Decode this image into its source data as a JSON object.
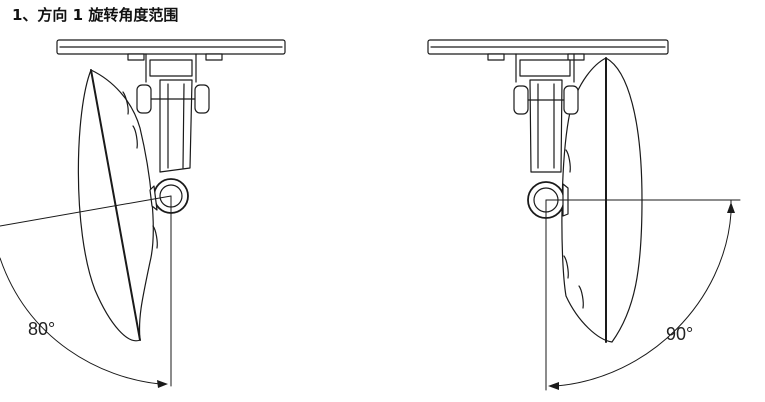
{
  "heading": "1、方向 1 旋转角度范围",
  "figures": {
    "left": {
      "angle_label": "80°"
    },
    "right": {
      "angle_label": "90°"
    }
  },
  "colors": {
    "line": "#1a1a1a",
    "fill": "#ffffff",
    "text": "#222222"
  }
}
